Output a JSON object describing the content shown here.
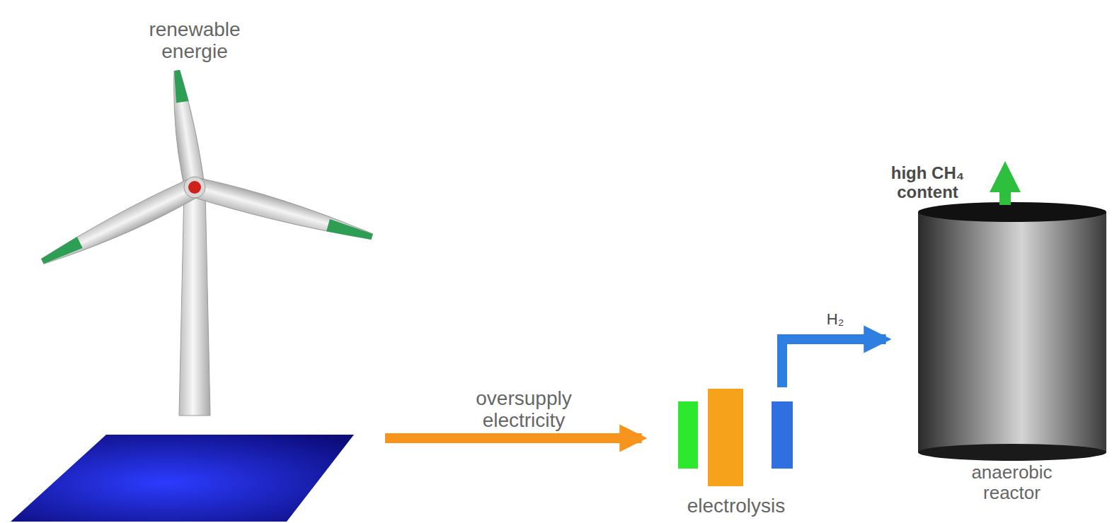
{
  "diagram": {
    "nodes": [
      {
        "text": [
          "renewable energie"
        ]
      },
      {
        "text": [
          "electrolysis"
        ]
      },
      {
        "text": [
          "anaerobic reactor"
        ]
      }
    ],
    "edges": [
      {
        "from": 0,
        "to": 1,
        "arrow": "to",
        "label": "oversupply electricity"
      },
      {
        "from": 1,
        "to": 2,
        "arrow": "to",
        "label": "H₂"
      }
    ],
    "labels": [
      "high CH₄ content"
    ]
  }
}
